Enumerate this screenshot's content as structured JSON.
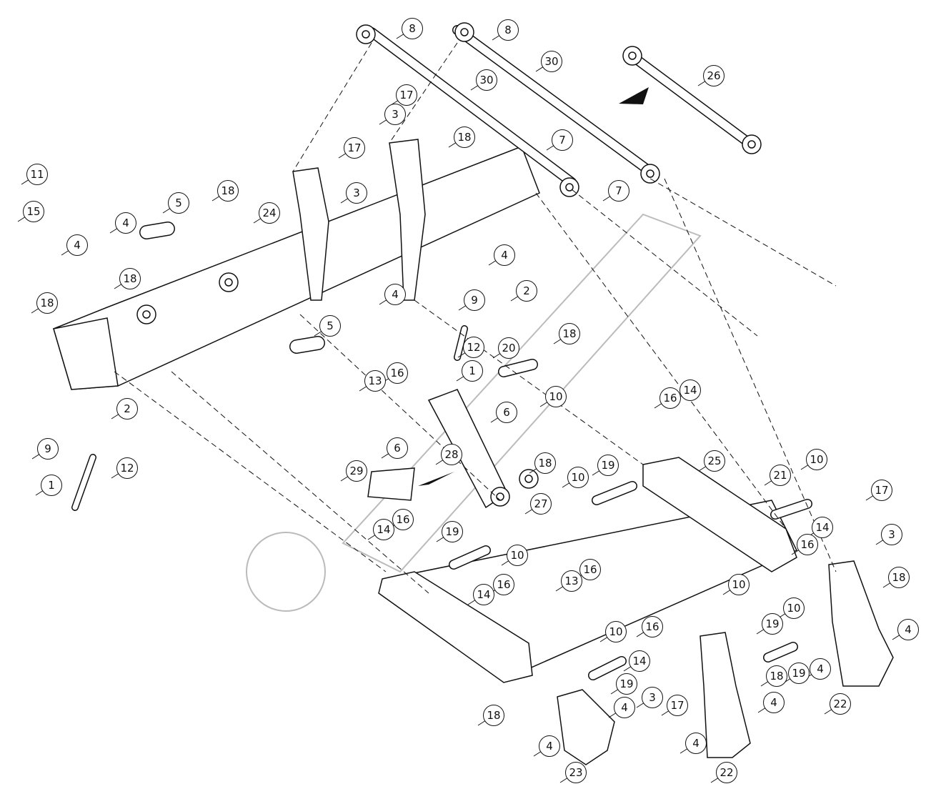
{
  "diagram": {
    "type": "exploded parts diagram",
    "line_color": "#111111",
    "watermark_color": "#bbbbbb",
    "callouts": [
      "8",
      "8",
      "30",
      "30",
      "26",
      "17",
      "3",
      "18",
      "7",
      "7",
      "17",
      "3",
      "11",
      "15",
      "5",
      "18",
      "24",
      "4",
      "4",
      "18",
      "18",
      "4",
      "4",
      "9",
      "2",
      "5",
      "12",
      "20",
      "18",
      "1",
      "13",
      "16",
      "10",
      "6",
      "16",
      "14",
      "2",
      "9",
      "12",
      "1",
      "6",
      "28",
      "18",
      "29",
      "27",
      "10",
      "19",
      "25",
      "21",
      "10",
      "17",
      "3",
      "14",
      "16",
      "14",
      "16",
      "19",
      "10",
      "13",
      "16",
      "18",
      "10",
      "10",
      "19",
      "14",
      "16",
      "10",
      "16",
      "14",
      "19",
      "19",
      "4",
      "4",
      "18",
      "4",
      "3",
      "17",
      "22",
      "4",
      "18",
      "4",
      "4",
      "23",
      "22"
    ]
  }
}
